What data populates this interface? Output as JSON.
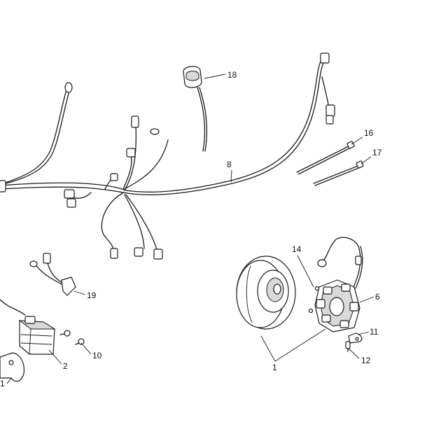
{
  "callouts": {
    "c1": "1",
    "c2": "2",
    "c6": "6",
    "c8": "8",
    "c10": "10",
    "c11": "11",
    "c12": "12",
    "c14": "14",
    "c16": "16",
    "c17": "17",
    "c18": "18",
    "c19": "19",
    "c1_left": "1"
  }
}
